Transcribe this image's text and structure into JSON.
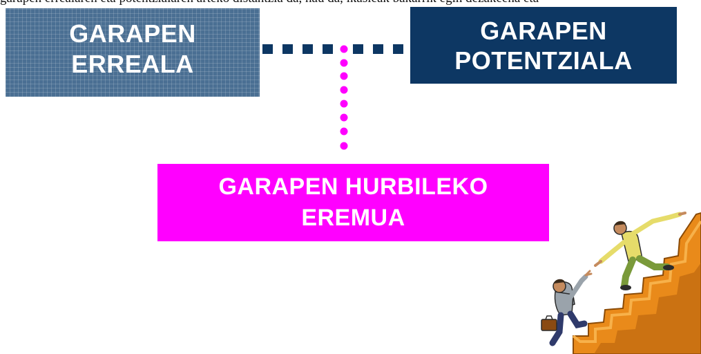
{
  "caption": "garapen errealaren eta potentzialaren arteko distantzia da, hau da, ikasleak bakarrik egin dezakeena eta",
  "boxes": {
    "real": {
      "line1": "GARAPEN",
      "line2": "ERREALA"
    },
    "potential": {
      "line1": "GARAPEN",
      "line2": "POTENTZIALA"
    },
    "zone": {
      "line1": "GARAPEN HURBILEKO",
      "line2": "EREMUA"
    }
  },
  "colors": {
    "real_box": "#4a6f93",
    "potential_box": "#0d3763",
    "zone_box": "#ff00ff",
    "dashed_line": "#0d3763",
    "dotted_line": "#ff00ff"
  },
  "illustration": {
    "name": "two people climbing stairs, one helping the other up"
  }
}
